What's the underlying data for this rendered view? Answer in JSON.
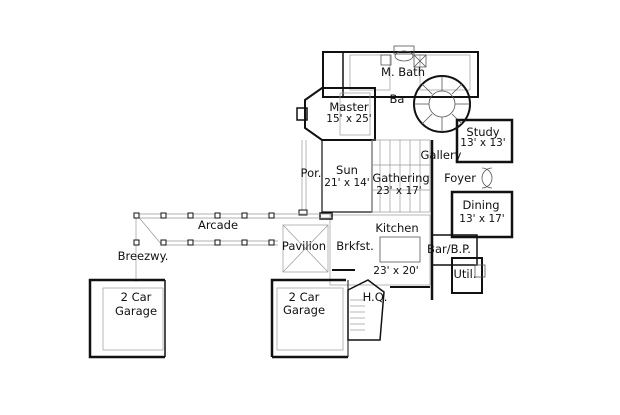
{
  "plan": {
    "rooms": [
      {
        "id": "m-bath",
        "label": "M. Bath",
        "dims": ""
      },
      {
        "id": "bath-short",
        "label": "Ba",
        "dims": ""
      },
      {
        "id": "master",
        "label": "Master",
        "dims": "15' x 25'"
      },
      {
        "id": "study",
        "label": "Study",
        "dims": "13' x 13'"
      },
      {
        "id": "gallery",
        "label": "Gallery",
        "dims": ""
      },
      {
        "id": "porch",
        "label": "Por.",
        "dims": ""
      },
      {
        "id": "sun",
        "label": "Sun",
        "dims": "21' x 14'"
      },
      {
        "id": "gathering",
        "label": "Gathering",
        "dims": "23' x 17'"
      },
      {
        "id": "foyer",
        "label": "Foyer",
        "dims": ""
      },
      {
        "id": "dining",
        "label": "Dining",
        "dims": "13' x 17'"
      },
      {
        "id": "arcade",
        "label": "Arcade",
        "dims": ""
      },
      {
        "id": "kitchen",
        "label": "Kitchen",
        "dims": "23' x 20'"
      },
      {
        "id": "pavilion",
        "label": "Pavilion",
        "dims": ""
      },
      {
        "id": "breakfast",
        "label": "Brkfst.",
        "dims": ""
      },
      {
        "id": "bar-bp",
        "label": "Bar/B.P.",
        "dims": ""
      },
      {
        "id": "breezeway",
        "label": "Breezwy.",
        "dims": ""
      },
      {
        "id": "util",
        "label": "Util.",
        "dims": ""
      },
      {
        "id": "garage-left",
        "label": "2 Car\nGarage",
        "line1": "2 Car",
        "line2": "Garage",
        "dims": ""
      },
      {
        "id": "garage-right",
        "label": "2 Car\nGarage",
        "line1": "2 Car",
        "line2": "Garage",
        "dims": ""
      },
      {
        "id": "hq",
        "label": "H.Q.",
        "dims": ""
      }
    ]
  }
}
